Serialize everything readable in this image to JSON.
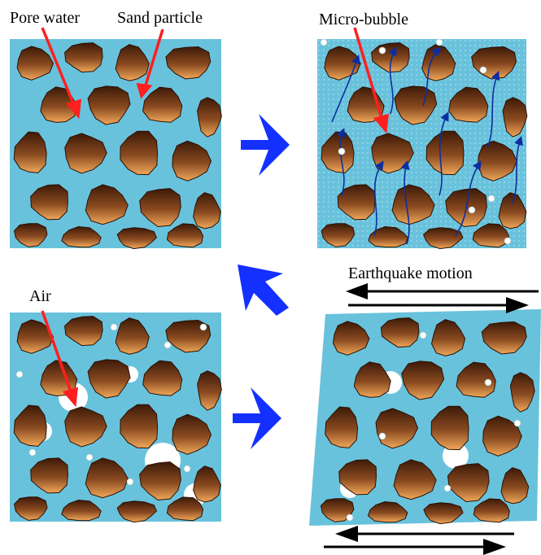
{
  "labels": {
    "pore_water": "Pore water",
    "sand_particle": "Sand particle",
    "micro_bubble": "Micro-bubble",
    "air": "Air",
    "earthquake_motion": "Earthquake motion"
  },
  "colors": {
    "water": "#69c2dc",
    "sand_dark": "#5a2b12",
    "sand_mid": "#8a4a20",
    "sand_light": "#e8a050",
    "pointer": "#ff1f1f",
    "flow_arrow": "#0d2ea0",
    "step_arrow": "#1430ff",
    "motion_arrow": "#000000",
    "bubble": "#ffffff"
  },
  "icons": {
    "step_arrow_1": "arrow-right-icon",
    "step_arrow_2": "arrow-down-left-icon",
    "step_arrow_3": "arrow-right-icon",
    "motion_top": "double-arrow-horizontal-icon",
    "motion_bottom": "double-arrow-horizontal-icon"
  }
}
